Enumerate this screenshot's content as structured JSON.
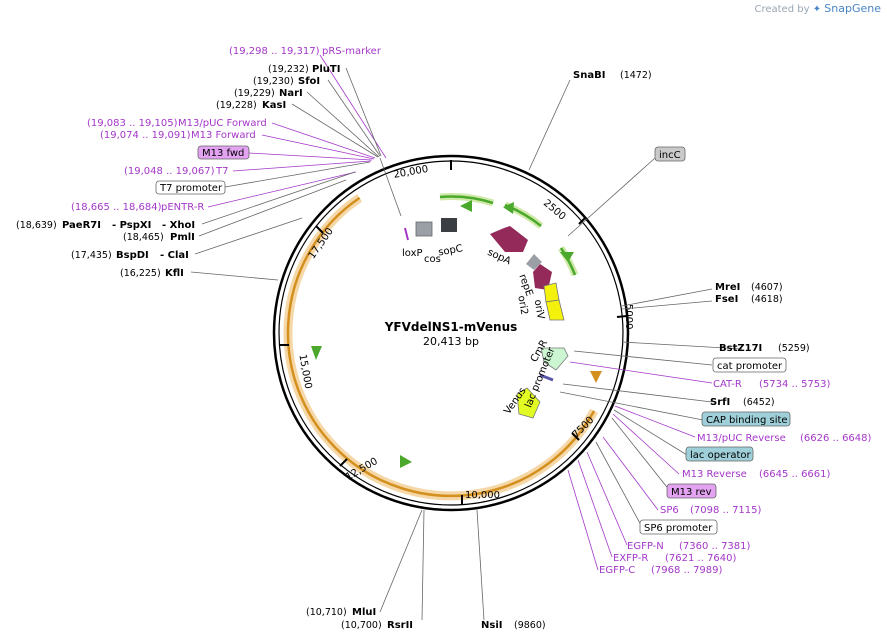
{
  "brand": {
    "created_by": "Created by",
    "name": "SnapGene"
  },
  "plasmid": {
    "name": "YFVdelNS1-mVenus",
    "length": "20,413 bp"
  },
  "ticks": [
    "2500",
    "5000",
    "7500",
    "10,000",
    "12,500",
    "15,000",
    "17,500",
    "20,000"
  ],
  "features": {
    "sopA": "sopA",
    "repE": "repE",
    "oriV": "oriV",
    "ori2": "ori2",
    "loxP": "loxP",
    "cos": "cos",
    "sopC": "sopC",
    "CmR": "CmR",
    "lac_promoter": "lac promoter",
    "Venus": "Venus"
  },
  "colors": {
    "primer": "#a437c9",
    "arrow_purple": "#932a5a",
    "arrow_green": "#4aa82c",
    "orf_outline": "#d4901e"
  },
  "labels": {
    "snabi": "SnaBI",
    "snabi_pos": "(1472)",
    "inc": "incC",
    "prs_pos": "(19,298 .. 19,317)",
    "prs": "pRS-marker",
    "pluti_pos": "(19,232)",
    "pluti": "PluTI",
    "sfoi_pos": "(19,230)",
    "sfoi": "SfoI",
    "nari_pos": "(19,229)",
    "nari": "NarI",
    "kasi_pos": "(19,228)",
    "kasi": "KasI",
    "m13puc_pos": "(19,083 .. 19,105)",
    "m13puc": "M13/pUC Forward",
    "m13f_pos": "(19,074 .. 19,091)",
    "m13f": "M13 Forward",
    "m13fwd": "M13 fwd",
    "t7_pos": "(19,048 .. 19,067)",
    "t7": "T7",
    "t7prom": "T7 promoter",
    "pentr_pos": "(18,665 .. 18,684)",
    "pentr": "pENTR-R",
    "paer7i_pos": "(18,639)",
    "paer7i": "PaeR7I",
    "pspxi": "- PspXI",
    "xhoi": "- XhoI",
    "pmli_pos": "(18,465)",
    "pmli": "PmlI",
    "bspdi_pos": "(17,435)",
    "bspdi": "BspDI",
    "clai": "- ClaI",
    "kfli_pos": "(16,225)",
    "kfli": "KflI",
    "drei": "MreI",
    "drei_pos": "(4607)",
    "fsei": "FseI",
    "fsei_pos": "(4618)",
    "bstz": "BstZ17I",
    "bstz_pos": "(5259)",
    "catprom": "cat promoter",
    "catr": "CAT-R",
    "catr_pos": "(5734 .. 5753)",
    "srfi": "SrfI",
    "srfi_pos": "(6452)",
    "cap": "CAP binding site",
    "m13pucrev": "M13/pUC Reverse",
    "m13pucrev_pos": "(6626 .. 6648)",
    "lacop": "lac operator",
    "m13rev_p": "M13 Reverse",
    "m13rev_p_pos": "(6645 .. 6661)",
    "m13rev": "M13 rev",
    "sp6": "SP6",
    "sp6_pos": "(7098 .. 7115)",
    "sp6prom": "SP6 promoter",
    "egfpn": "EGFP-N",
    "egfpn_pos": "(7360 .. 7381)",
    "exfpr": "EXFP-R",
    "exfpr_pos": "(7621 .. 7640)",
    "egfpc": "EGFP-C",
    "egfpc_pos": "(7968 .. 7989)",
    "mlui_pos": "(10,710)",
    "mlui": "MluI",
    "rsrii_pos": "(10,700)",
    "rsrii": "RsrII",
    "nsii": "NsiI",
    "nsii_pos": "(9860)"
  }
}
